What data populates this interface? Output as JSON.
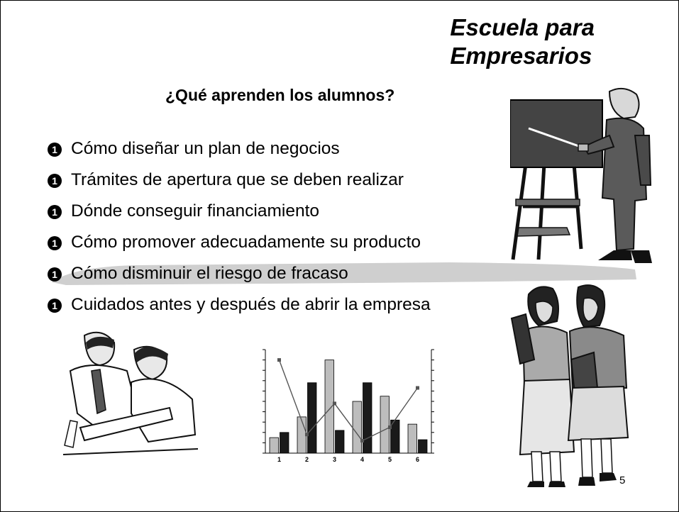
{
  "slide": {
    "title_line1": "Escuela para",
    "title_line2": "Empresarios",
    "subtitle": "¿Qué aprenden los alumnos?",
    "bullet_glyph": "1",
    "bullets": [
      "Cómo diseñar un plan de negocios",
      "Trámites de apertura que se deben realizar",
      "Dónde conseguir financiamiento",
      "Cómo promover adecuadamente su producto",
      "Cómo disminuir el riesgo de fracaso",
      "Cuidados antes y después de abrir la empresa"
    ],
    "page_number": "5"
  },
  "chart_data": {
    "type": "bar",
    "categories": [
      "1",
      "2",
      "3",
      "4",
      "5",
      "6"
    ],
    "series": [
      {
        "values": [
          15,
          35,
          90,
          50,
          55,
          28
        ]
      },
      {
        "values": [
          20,
          68,
          22,
          68,
          32,
          13
        ]
      },
      {
        "values": [
          90,
          18,
          48,
          12,
          25,
          63
        ]
      }
    ],
    "ylim": [
      0,
      100
    ],
    "grid": false,
    "colors": [
      "#bdbdbd",
      "#1a1a1a",
      "#555555"
    ]
  }
}
